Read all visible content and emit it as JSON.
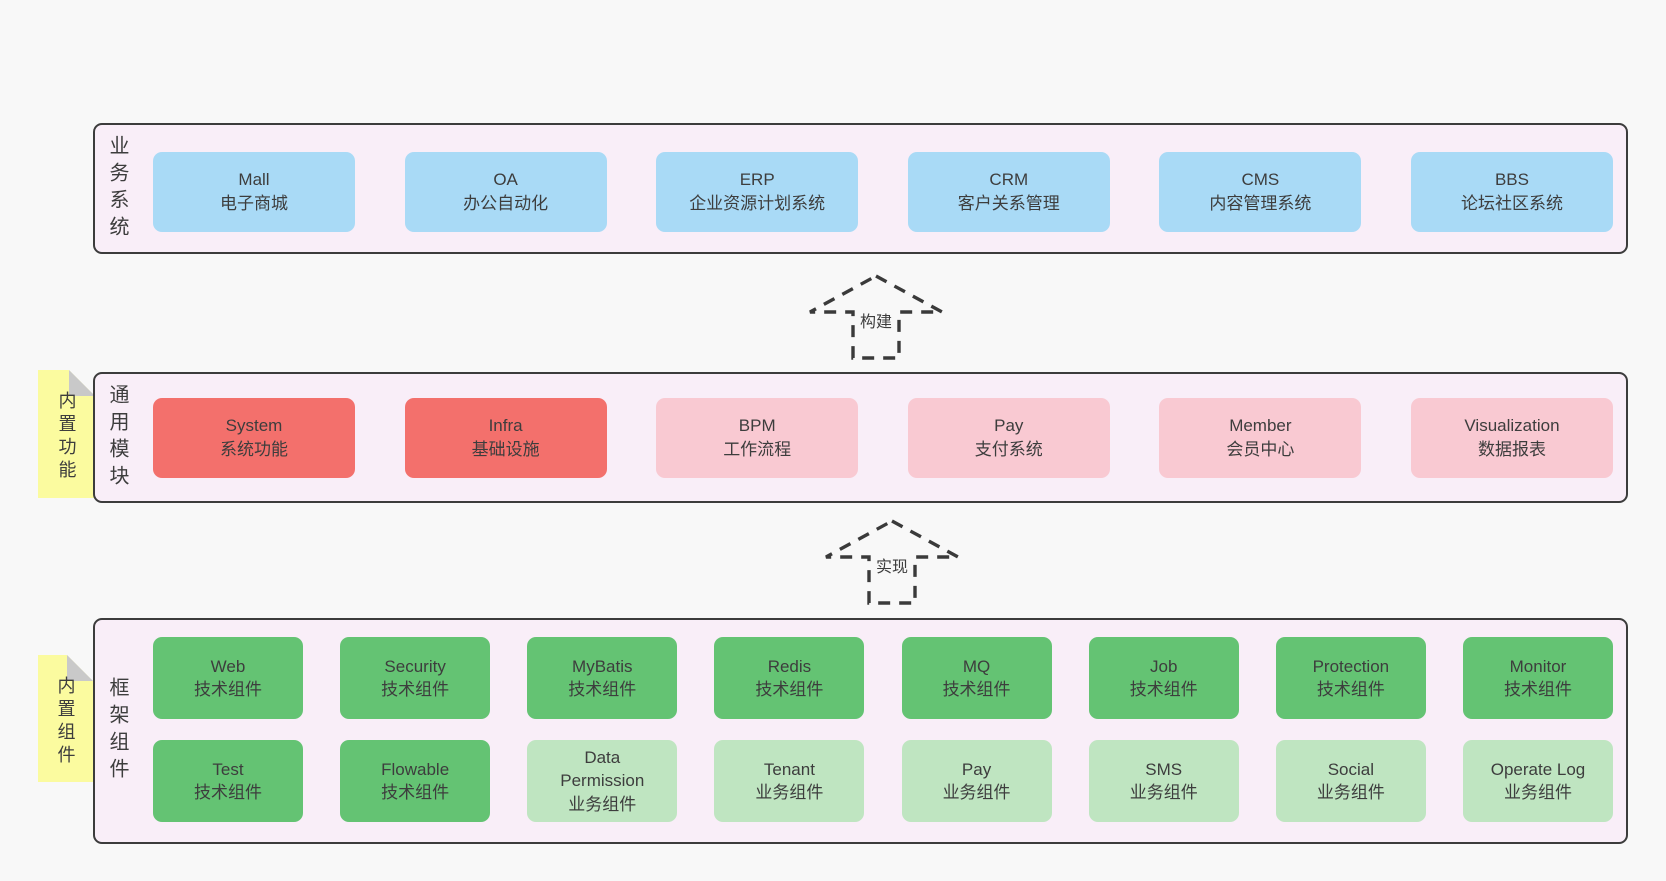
{
  "palette": {
    "background": "#f8f8f8",
    "container_fill": "#f9eef8",
    "container_border": "#3c3c3c",
    "blue": "#a9daf6",
    "red": "#f3706c",
    "pink": "#f9c9d2",
    "green": "#64c373",
    "light_green": "#bfe5c1",
    "sticky_yellow": "#fbfb9f",
    "sticky_fold": "#c9c9c9",
    "arrow_stroke": "#3a3a3a",
    "text": "#3d3d3d"
  },
  "layers": {
    "business": {
      "label": "业务系统",
      "boxes": [
        {
          "title": "Mall",
          "subtitle": "电子商城"
        },
        {
          "title": "OA",
          "subtitle": "办公自动化"
        },
        {
          "title": "ERP",
          "subtitle": "企业资源计划系统"
        },
        {
          "title": "CRM",
          "subtitle": "客户关系管理"
        },
        {
          "title": "CMS",
          "subtitle": "内容管理系统"
        },
        {
          "title": "BBS",
          "subtitle": "论坛社区系统"
        }
      ]
    },
    "modules": {
      "label": "通用模块",
      "sticky": "内置功能",
      "boxes": [
        {
          "title": "System",
          "subtitle": "系统功能",
          "color": "red"
        },
        {
          "title": "Infra",
          "subtitle": "基础设施",
          "color": "red"
        },
        {
          "title": "BPM",
          "subtitle": "工作流程",
          "color": "pink"
        },
        {
          "title": "Pay",
          "subtitle": "支付系统",
          "color": "pink"
        },
        {
          "title": "Member",
          "subtitle": "会员中心",
          "color": "pink"
        },
        {
          "title": "Visualization",
          "subtitle": "数据报表",
          "color": "pink"
        }
      ]
    },
    "framework": {
      "label": "框架组件",
      "sticky": "内置组件",
      "row1": [
        {
          "title": "Web",
          "subtitle": "技术组件",
          "color": "green"
        },
        {
          "title": "Security",
          "subtitle": "技术组件",
          "color": "green"
        },
        {
          "title": "MyBatis",
          "subtitle": "技术组件",
          "color": "green"
        },
        {
          "title": "Redis",
          "subtitle": "技术组件",
          "color": "green"
        },
        {
          "title": "MQ",
          "subtitle": "技术组件",
          "color": "green"
        },
        {
          "title": "Job",
          "subtitle": "技术组件",
          "color": "green"
        },
        {
          "title": "Protection",
          "subtitle": "技术组件",
          "color": "green"
        },
        {
          "title": "Monitor",
          "subtitle": "技术组件",
          "color": "green"
        }
      ],
      "row2": [
        {
          "title": "Test",
          "subtitle": "技术组件",
          "color": "green"
        },
        {
          "title": "Flowable",
          "subtitle": "技术组件",
          "color": "green"
        },
        {
          "title": "Data Permission",
          "subtitle": "业务组件",
          "color": "light_green"
        },
        {
          "title": "Tenant",
          "subtitle": "业务组件",
          "color": "light_green"
        },
        {
          "title": "Pay",
          "subtitle": "业务组件",
          "color": "light_green"
        },
        {
          "title": "SMS",
          "subtitle": "业务组件",
          "color": "light_green"
        },
        {
          "title": "Social",
          "subtitle": "业务组件",
          "color": "light_green"
        },
        {
          "title": "Operate Log",
          "subtitle": "业务组件",
          "color": "light_green"
        }
      ]
    }
  },
  "arrows": {
    "build": "构建",
    "implement": "实现"
  }
}
